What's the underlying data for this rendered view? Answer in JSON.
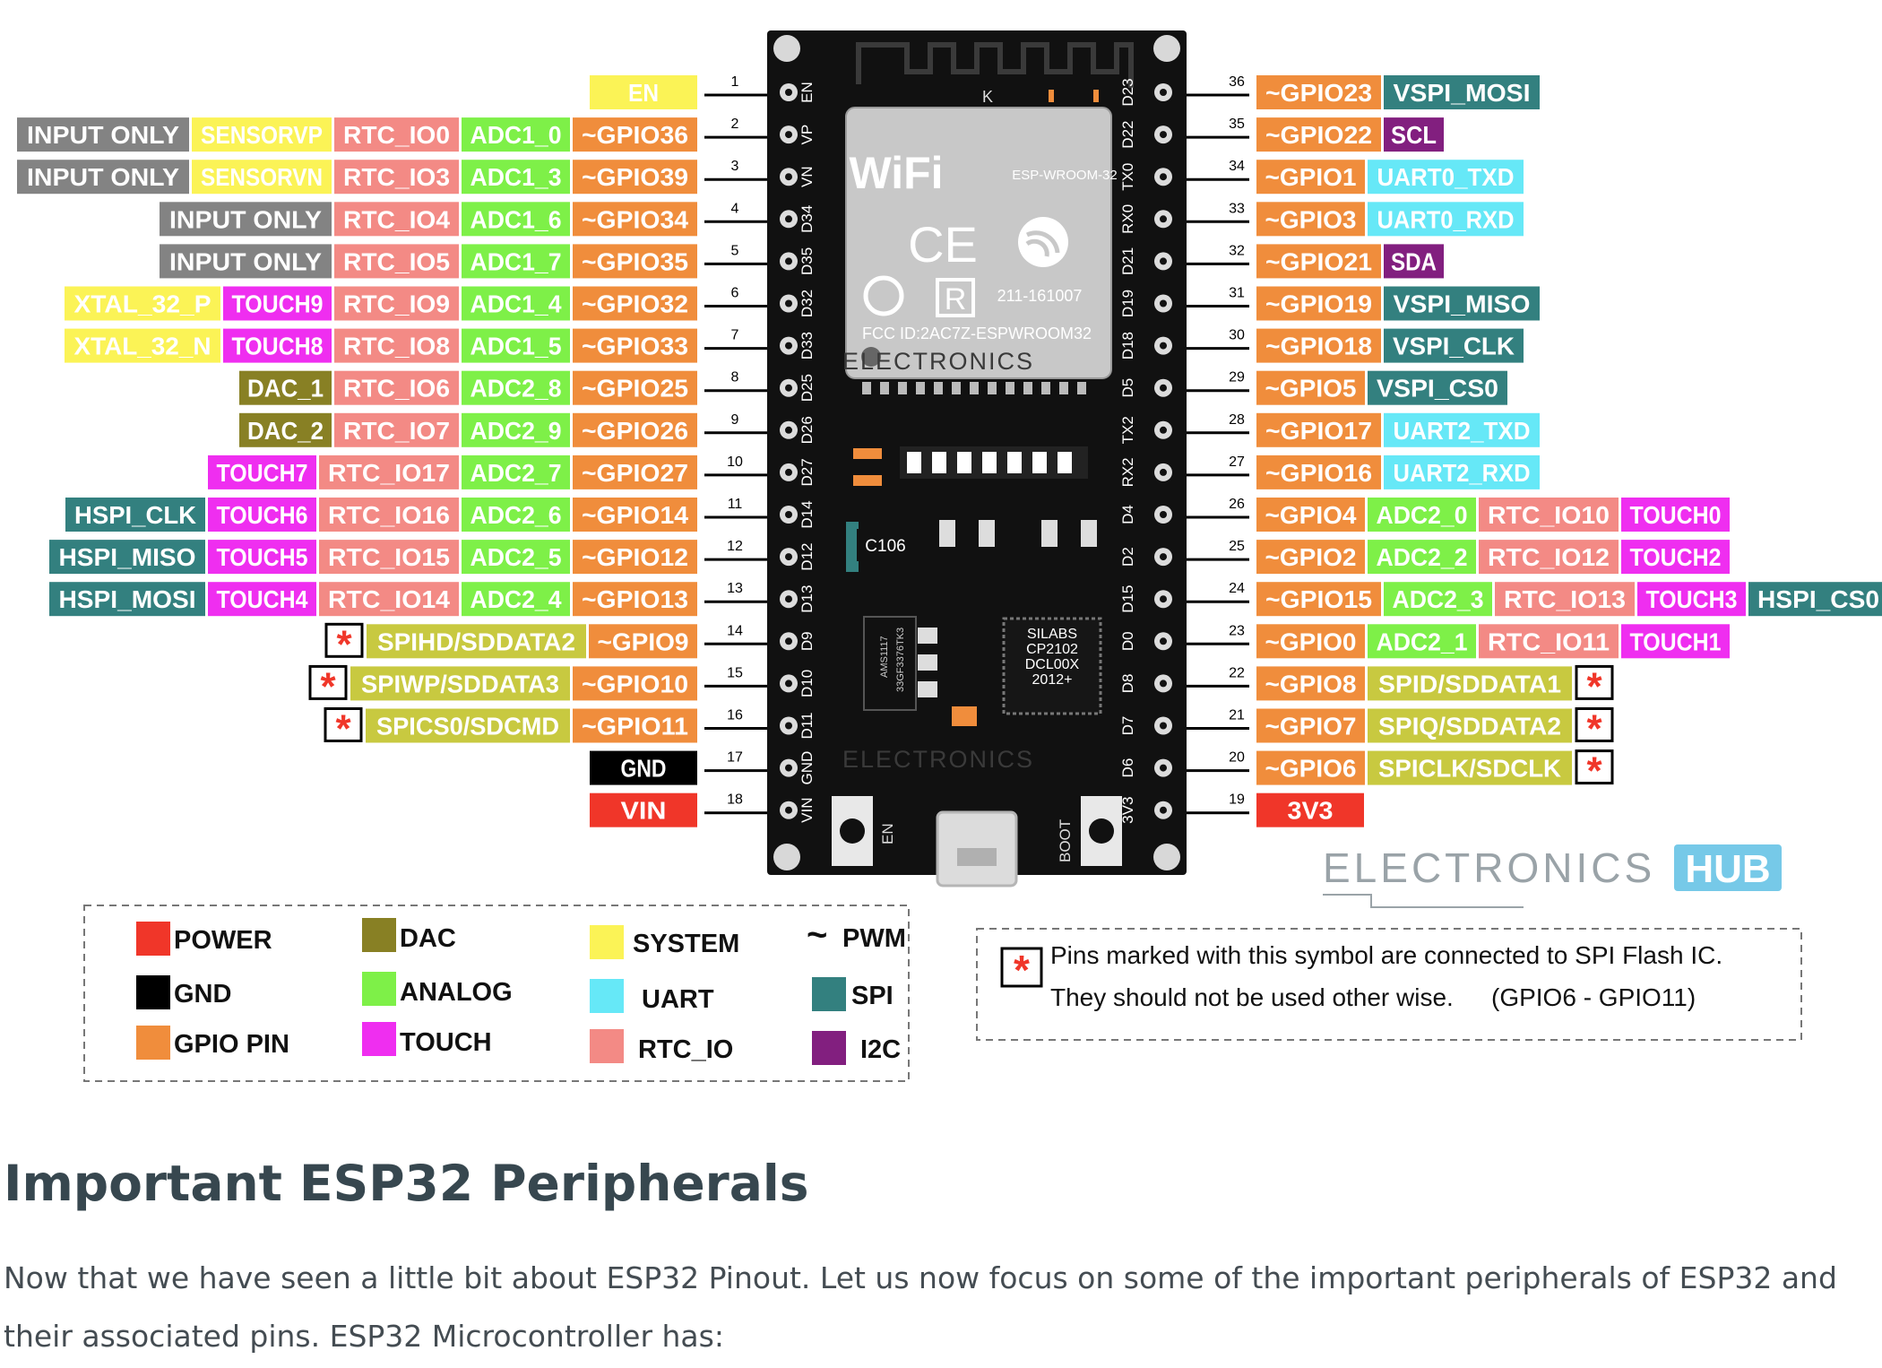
{
  "colors": {
    "power": "#f03629",
    "gnd": "#000000",
    "gpio": "#f08d3c",
    "dac": "#888024",
    "analog": "#7ef048",
    "touch": "#ef2ef0",
    "system": "#fbf356",
    "uart": "#66e8f7",
    "rtc": "#f38a85",
    "spi": "#33807f",
    "i2c": "#821f7f",
    "input": "#838383",
    "flash": "#c8c940",
    "board": "#111111"
  },
  "board": {
    "left_pins": [
      {
        "no": "1",
        "silk": "EN",
        "labels": [
          {
            "t": "EN",
            "c": "system"
          }
        ]
      },
      {
        "no": "2",
        "silk": "VP",
        "labels": [
          {
            "t": "~GPIO36",
            "c": "gpio"
          },
          {
            "t": "ADC1_0",
            "c": "analog"
          },
          {
            "t": "RTC_IO0",
            "c": "rtc"
          },
          {
            "t": "SENSORVP",
            "c": "system"
          },
          {
            "t": "INPUT ONLY",
            "c": "input"
          }
        ]
      },
      {
        "no": "3",
        "silk": "VN",
        "labels": [
          {
            "t": "~GPIO39",
            "c": "gpio"
          },
          {
            "t": "ADC1_3",
            "c": "analog"
          },
          {
            "t": "RTC_IO3",
            "c": "rtc"
          },
          {
            "t": "SENSORVN",
            "c": "system"
          },
          {
            "t": "INPUT ONLY",
            "c": "input"
          }
        ]
      },
      {
        "no": "4",
        "silk": "D34",
        "labels": [
          {
            "t": "~GPIO34",
            "c": "gpio"
          },
          {
            "t": "ADC1_6",
            "c": "analog"
          },
          {
            "t": "RTC_IO4",
            "c": "rtc"
          },
          {
            "t": "INPUT ONLY",
            "c": "input"
          }
        ]
      },
      {
        "no": "5",
        "silk": "D35",
        "labels": [
          {
            "t": "~GPIO35",
            "c": "gpio"
          },
          {
            "t": "ADC1_7",
            "c": "analog"
          },
          {
            "t": "RTC_IO5",
            "c": "rtc"
          },
          {
            "t": "INPUT ONLY",
            "c": "input"
          }
        ]
      },
      {
        "no": "6",
        "silk": "D32",
        "labels": [
          {
            "t": "~GPIO32",
            "c": "gpio"
          },
          {
            "t": "ADC1_4",
            "c": "analog"
          },
          {
            "t": "RTC_IO9",
            "c": "rtc"
          },
          {
            "t": "TOUCH9",
            "c": "touch"
          },
          {
            "t": "XTAL_32_P",
            "c": "system"
          }
        ]
      },
      {
        "no": "7",
        "silk": "D33",
        "labels": [
          {
            "t": "~GPIO33",
            "c": "gpio"
          },
          {
            "t": "ADC1_5",
            "c": "analog"
          },
          {
            "t": "RTC_IO8",
            "c": "rtc"
          },
          {
            "t": "TOUCH8",
            "c": "touch"
          },
          {
            "t": "XTAL_32_N",
            "c": "system"
          }
        ]
      },
      {
        "no": "8",
        "silk": "D25",
        "labels": [
          {
            "t": "~GPIO25",
            "c": "gpio"
          },
          {
            "t": "ADC2_8",
            "c": "analog"
          },
          {
            "t": "RTC_IO6",
            "c": "rtc"
          },
          {
            "t": "DAC_1",
            "c": "dac"
          }
        ]
      },
      {
        "no": "9",
        "silk": "D26",
        "labels": [
          {
            "t": "~GPIO26",
            "c": "gpio"
          },
          {
            "t": "ADC2_9",
            "c": "analog"
          },
          {
            "t": "RTC_IO7",
            "c": "rtc"
          },
          {
            "t": "DAC_2",
            "c": "dac"
          }
        ]
      },
      {
        "no": "10",
        "silk": "D27",
        "labels": [
          {
            "t": "~GPIO27",
            "c": "gpio"
          },
          {
            "t": "ADC2_7",
            "c": "analog"
          },
          {
            "t": "RTC_IO17",
            "c": "rtc"
          },
          {
            "t": "TOUCH7",
            "c": "touch"
          }
        ]
      },
      {
        "no": "11",
        "silk": "D14",
        "labels": [
          {
            "t": "~GPIO14",
            "c": "gpio"
          },
          {
            "t": "ADC2_6",
            "c": "analog"
          },
          {
            "t": "RTC_IO16",
            "c": "rtc"
          },
          {
            "t": "TOUCH6",
            "c": "touch"
          },
          {
            "t": "HSPI_CLK",
            "c": "spi"
          }
        ]
      },
      {
        "no": "12",
        "silk": "D12",
        "labels": [
          {
            "t": "~GPIO12",
            "c": "gpio"
          },
          {
            "t": "ADC2_5",
            "c": "analog"
          },
          {
            "t": "RTC_IO15",
            "c": "rtc"
          },
          {
            "t": "TOUCH5",
            "c": "touch"
          },
          {
            "t": "HSPI_MISO",
            "c": "spi"
          }
        ]
      },
      {
        "no": "13",
        "silk": "D13",
        "labels": [
          {
            "t": "~GPIO13",
            "c": "gpio"
          },
          {
            "t": "ADC2_4",
            "c": "analog"
          },
          {
            "t": "RTC_IO14",
            "c": "rtc"
          },
          {
            "t": "TOUCH4",
            "c": "touch"
          },
          {
            "t": "HSPI_MOSI",
            "c": "spi"
          }
        ]
      },
      {
        "no": "14",
        "silk": "D9",
        "labels": [
          {
            "t": "~GPIO9",
            "c": "gpio"
          },
          {
            "t": "SPIHD/SDDATA2",
            "c": "flash"
          },
          {
            "t": "*",
            "c": "star"
          }
        ]
      },
      {
        "no": "15",
        "silk": "D10",
        "labels": [
          {
            "t": "~GPIO10",
            "c": "gpio"
          },
          {
            "t": "SPIWP/SDDATA3",
            "c": "flash"
          },
          {
            "t": "*",
            "c": "star"
          }
        ]
      },
      {
        "no": "16",
        "silk": "D11",
        "labels": [
          {
            "t": "~GPIO11",
            "c": "gpio"
          },
          {
            "t": "SPICS0/SDCMD",
            "c": "flash"
          },
          {
            "t": "*",
            "c": "star"
          }
        ]
      },
      {
        "no": "17",
        "silk": "GND",
        "labels": [
          {
            "t": "GND",
            "c": "gnd"
          }
        ]
      },
      {
        "no": "18",
        "silk": "VIN",
        "labels": [
          {
            "t": "VIN",
            "c": "power"
          }
        ]
      }
    ],
    "right_pins": [
      {
        "no": "36",
        "silk": "D23",
        "labels": [
          {
            "t": "~GPIO23",
            "c": "gpio"
          },
          {
            "t": "VSPI_MOSI",
            "c": "spi"
          }
        ]
      },
      {
        "no": "35",
        "silk": "D22",
        "labels": [
          {
            "t": "~GPIO22",
            "c": "gpio"
          },
          {
            "t": "SCL",
            "c": "i2c"
          }
        ]
      },
      {
        "no": "34",
        "silk": "TX0",
        "labels": [
          {
            "t": "~GPIO1",
            "c": "gpio"
          },
          {
            "t": "UART0_TXD",
            "c": "uart"
          }
        ]
      },
      {
        "no": "33",
        "silk": "RX0",
        "labels": [
          {
            "t": "~GPIO3",
            "c": "gpio"
          },
          {
            "t": "UART0_RXD",
            "c": "uart"
          }
        ]
      },
      {
        "no": "32",
        "silk": "D21",
        "labels": [
          {
            "t": "~GPIO21",
            "c": "gpio"
          },
          {
            "t": "SDA",
            "c": "i2c"
          }
        ]
      },
      {
        "no": "31",
        "silk": "D19",
        "labels": [
          {
            "t": "~GPIO19",
            "c": "gpio"
          },
          {
            "t": "VSPI_MISO",
            "c": "spi"
          }
        ]
      },
      {
        "no": "30",
        "silk": "D18",
        "labels": [
          {
            "t": "~GPIO18",
            "c": "gpio"
          },
          {
            "t": "VSPI_CLK",
            "c": "spi"
          }
        ]
      },
      {
        "no": "29",
        "silk": "D5",
        "labels": [
          {
            "t": "~GPIO5",
            "c": "gpio"
          },
          {
            "t": "VSPI_CS0",
            "c": "spi"
          }
        ]
      },
      {
        "no": "28",
        "silk": "TX2",
        "labels": [
          {
            "t": "~GPIO17",
            "c": "gpio"
          },
          {
            "t": "UART2_TXD",
            "c": "uart"
          }
        ]
      },
      {
        "no": "27",
        "silk": "RX2",
        "labels": [
          {
            "t": "~GPIO16",
            "c": "gpio"
          },
          {
            "t": "UART2_RXD",
            "c": "uart"
          }
        ]
      },
      {
        "no": "26",
        "silk": "D4",
        "labels": [
          {
            "t": "~GPIO4",
            "c": "gpio"
          },
          {
            "t": "ADC2_0",
            "c": "analog"
          },
          {
            "t": "RTC_IO10",
            "c": "rtc"
          },
          {
            "t": "TOUCH0",
            "c": "touch"
          }
        ]
      },
      {
        "no": "25",
        "silk": "D2",
        "labels": [
          {
            "t": "~GPIO2",
            "c": "gpio"
          },
          {
            "t": "ADC2_2",
            "c": "analog"
          },
          {
            "t": "RTC_IO12",
            "c": "rtc"
          },
          {
            "t": "TOUCH2",
            "c": "touch"
          }
        ]
      },
      {
        "no": "24",
        "silk": "D15",
        "labels": [
          {
            "t": "~GPIO15",
            "c": "gpio"
          },
          {
            "t": "ADC2_3",
            "c": "analog"
          },
          {
            "t": "RTC_IO13",
            "c": "rtc"
          },
          {
            "t": "TOUCH3",
            "c": "touch"
          },
          {
            "t": "HSPI_CS0",
            "c": "spi"
          }
        ]
      },
      {
        "no": "23",
        "silk": "D0",
        "labels": [
          {
            "t": "~GPIO0",
            "c": "gpio"
          },
          {
            "t": "ADC2_1",
            "c": "analog"
          },
          {
            "t": "RTC_IO11",
            "c": "rtc"
          },
          {
            "t": "TOUCH1",
            "c": "touch"
          }
        ]
      },
      {
        "no": "22",
        "silk": "D8",
        "labels": [
          {
            "t": "~GPIO8",
            "c": "gpio"
          },
          {
            "t": "SPID/SDDATA1",
            "c": "flash"
          },
          {
            "t": "*",
            "c": "star"
          }
        ]
      },
      {
        "no": "21",
        "silk": "D7",
        "labels": [
          {
            "t": "~GPIO7",
            "c": "gpio"
          },
          {
            "t": "SPIQ/SDDATA2",
            "c": "flash"
          },
          {
            "t": "*",
            "c": "star"
          }
        ]
      },
      {
        "no": "20",
        "silk": "D6",
        "labels": [
          {
            "t": "~GPIO6",
            "c": "gpio"
          },
          {
            "t": "SPICLK/SDCLK",
            "c": "flash"
          },
          {
            "t": "*",
            "c": "star"
          }
        ]
      },
      {
        "no": "19",
        "silk": "3V3",
        "labels": [
          {
            "t": "3V3",
            "c": "power"
          }
        ]
      }
    ],
    "module_model": "ESP-WROOM-32",
    "wifi_text": "WiFi",
    "ce_mark": "CE",
    "r_mark": "R",
    "cert_no": "211-161007",
    "fcc_id": "FCC ID:2AC7Z-ESPWROOM32",
    "antenna_mark": "K",
    "cap_label": "C106",
    "regulator_text": [
      "AMS1117",
      "33GF3376TK3"
    ],
    "usb_chip_lines": [
      "SILABS",
      "CP2102",
      "DCL00X",
      "2012+"
    ],
    "en_button": "EN",
    "boot_button": "BOOT"
  },
  "watermark": {
    "left": "ELECTRONICS",
    "right": "HUB"
  },
  "legend": {
    "items": [
      {
        "label": "POWER",
        "c": "power"
      },
      {
        "label": "GND",
        "c": "gnd"
      },
      {
        "label": "GPIO PIN",
        "c": "gpio"
      },
      {
        "label": "DAC",
        "c": "dac"
      },
      {
        "label": "ANALOG",
        "c": "analog"
      },
      {
        "label": "TOUCH",
        "c": "touch"
      },
      {
        "label": "SYSTEM",
        "c": "system"
      },
      {
        "label": "UART",
        "c": "uart"
      },
      {
        "label": "RTC_IO",
        "c": "rtc"
      },
      {
        "label": "SPI",
        "c": "spi"
      },
      {
        "label": "I2C",
        "c": "i2c"
      }
    ],
    "pwm_symbol": "~",
    "pwm_label": "PWM"
  },
  "note": {
    "line1": "Pins marked with this symbol are connected to SPI Flash IC.",
    "line2": "They should not be used other wise.",
    "range": "(GPIO6 - GPIO11)"
  },
  "article": {
    "heading": "Important ESP32 Peripherals",
    "paragraph": "Now that we have seen a little bit about ESP32 Pinout. Let us now focus on some of the important peripherals of ESP32 and their associated pins. ESP32 Microcontroller has:"
  }
}
